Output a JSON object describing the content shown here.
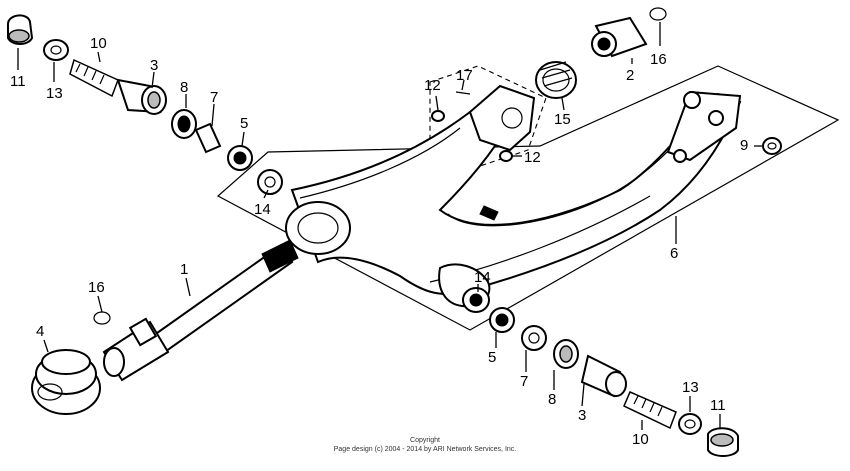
{
  "callouts": {
    "c11a": "11",
    "c13a": "13",
    "c10a": "10",
    "c3a": "3",
    "c8a": "8",
    "c7a": "7",
    "c5a": "5",
    "c14a": "14",
    "c12a": "12",
    "c17": "17",
    "c12b": "12",
    "c15": "15",
    "c2": "2",
    "c16a": "16",
    "c9": "9",
    "c6": "6",
    "c1": "1",
    "c16b": "16",
    "c4": "4",
    "c14b": "14",
    "c5b": "5",
    "c7b": "7",
    "c8b": "8",
    "c3b": "3",
    "c10b": "10",
    "c13b": "13",
    "c11b": "11"
  },
  "copyright": {
    "line1": "Copyright",
    "line2": "Page design (c) 2004 - 2014 by ARI Network Services, Inc."
  }
}
